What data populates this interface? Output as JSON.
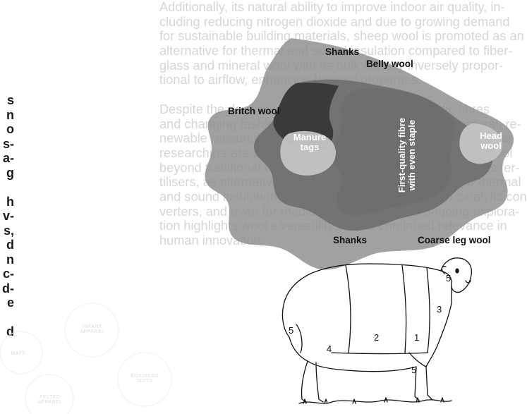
{
  "background_text": [
    "Additionally, its natural ability to improve indoor air quality, in-",
    "cluding reducing nitrogen dioxide and due to growing demand",
    "for sustainable building materials, sheep wool is promoted as an",
    "alternative for thermal and sound insulation compared to fiber-",
    "glass and mineral wool with its bulk density inversely propor-",
    "tional to airflow, enhancing thermal properties.",
    "",
    "Despite the decline of market share due to synthetic fibres",
    "and changing fashion trends, wool continues to be a natural, re-",
    "newable resource widely used in the textile industry. Moreover",
    "researchers are continuously finding new applications for wool",
    "beyond traditional textiles, including its use in agriculture as fer-",
    "tilisers, as alternative materials in the building sector for thermal",
    "and sound insulation, for absorption of pollutants, in catalytic con-",
    "verters, and even for medical treatments. This ongoing explora-",
    "tion highlights wool's versatility and its continued relevance in",
    "human innovation."
  ],
  "left_fragments": [
    "s",
    "n",
    "o",
    "s-",
    "a-",
    "g",
    "",
    "h",
    "v-",
    "s,",
    "d",
    "n",
    "c-",
    "d-",
    "e",
    "",
    "d"
  ],
  "faded_circles": [
    "INFANT APPAREL",
    "BUSINESS SUITS",
    "FELTED APPAREL",
    "MATS"
  ],
  "fleece": {
    "labels": {
      "shanks_top": "Shanks",
      "belly_wool": "Belly wool",
      "britch_wool": "Britch wool",
      "manure_tags": [
        "Manure",
        "tags"
      ],
      "first_quality": [
        "First-quality fibre",
        "with even staple"
      ],
      "head_wool": [
        "Head",
        "wool"
      ],
      "shanks_bottom": "Shanks",
      "coarse_leg_wool": "Coarse leg wool"
    },
    "colors": {
      "outer": "#8c8c8c",
      "inner": "#6e6e6e",
      "dark": "#3a3a3a",
      "light": "#c4c4c4"
    }
  },
  "sheep": {
    "region_numbers": [
      "5",
      "4",
      "2",
      "1",
      "3",
      "5",
      "5"
    ]
  }
}
